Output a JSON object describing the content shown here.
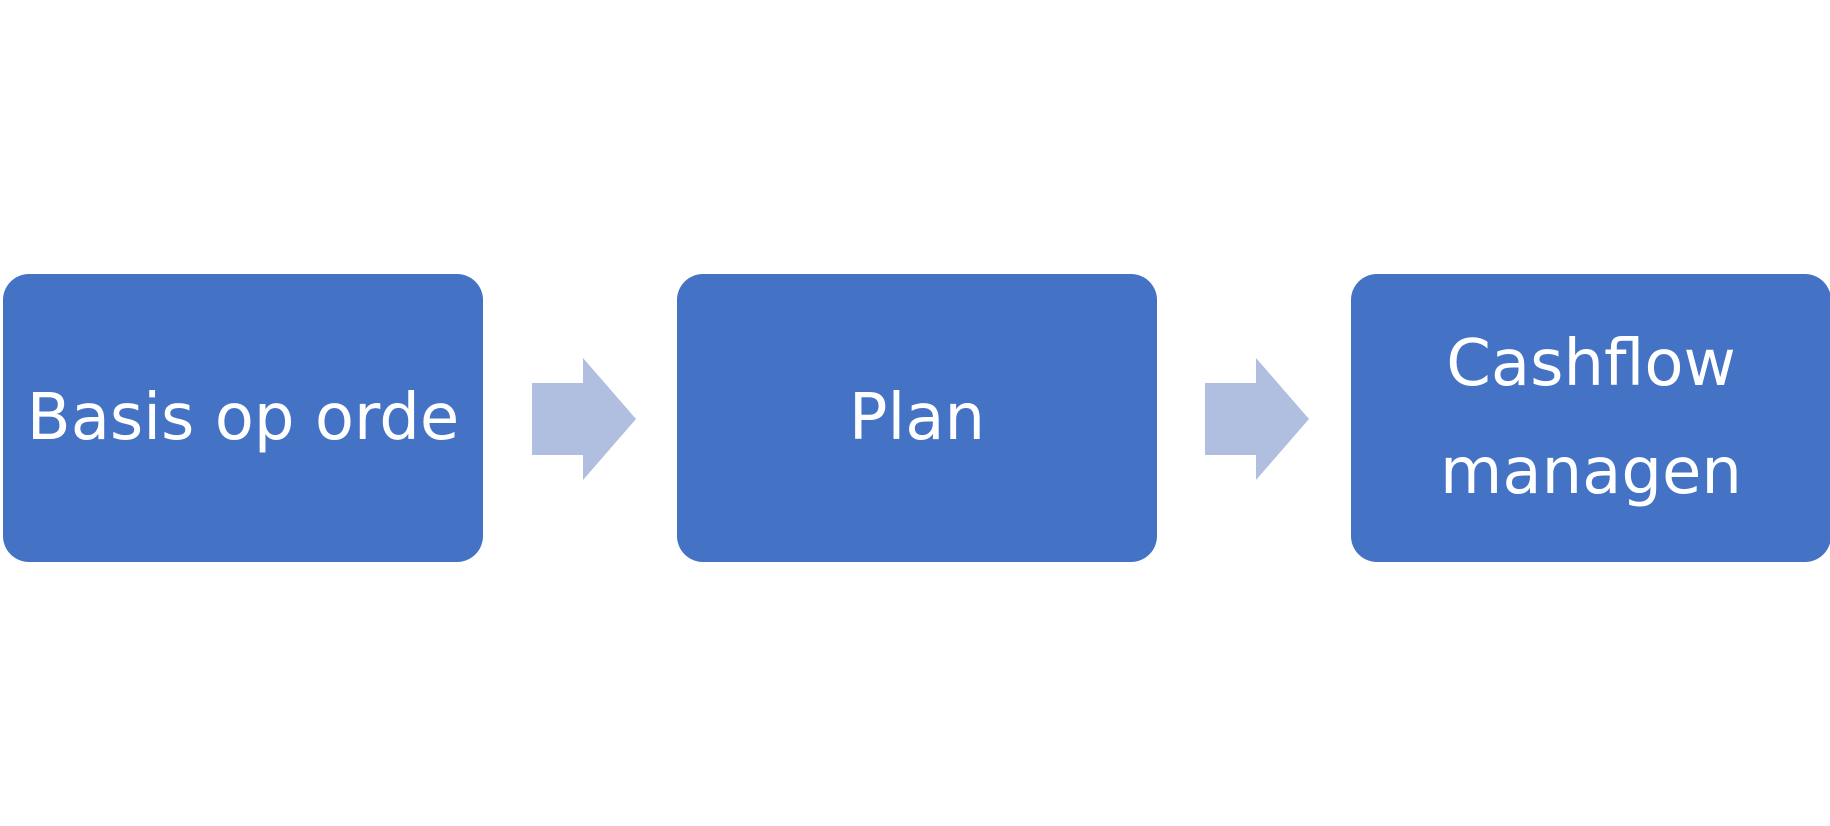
{
  "colors": {
    "box_fill": "#4472C4",
    "arrow_fill": "#B0BEDF",
    "text": "#FFFFFF",
    "background": "#FFFFFF"
  },
  "steps": [
    {
      "label": "Basis op orde"
    },
    {
      "label": "Plan"
    },
    {
      "label": "Cashflow managen"
    }
  ],
  "connectors": [
    {
      "icon": "arrow-right-icon"
    },
    {
      "icon": "arrow-right-icon"
    }
  ]
}
